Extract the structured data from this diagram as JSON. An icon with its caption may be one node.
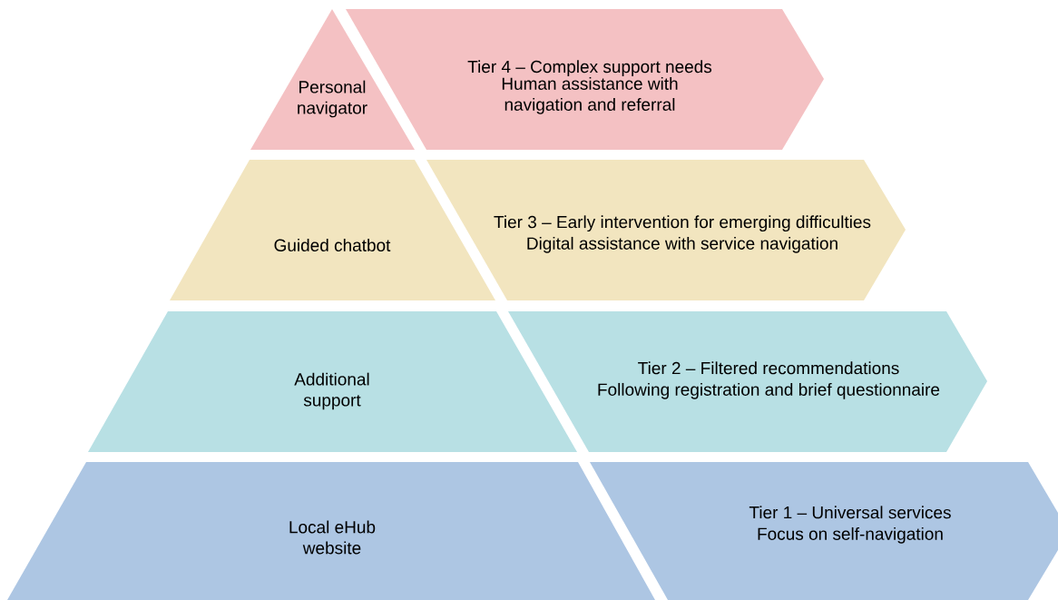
{
  "diagram": {
    "nodes": [
      {
        "text": [
          "Personal navigator"
        ]
      },
      {
        "text": [
          "Tier 4 – Complex support needs",
          "Human assistance with navigation and referral"
        ]
      },
      {
        "text": [
          "Guided chatbot"
        ]
      },
      {
        "text": [
          "Tier 3 – Early intervention for emerging difficulties",
          "Digital assistance with service navigation"
        ]
      },
      {
        "text": [
          "Additional support"
        ]
      },
      {
        "text": [
          "Tier 2 – Filtered recommendations",
          "Following registration and brief questionnaire"
        ]
      },
      {
        "text": [
          "Local eHub website"
        ]
      },
      {
        "text": [
          "Tier 1 – Universal services",
          "Focus on self-navigation"
        ]
      }
    ]
  }
}
